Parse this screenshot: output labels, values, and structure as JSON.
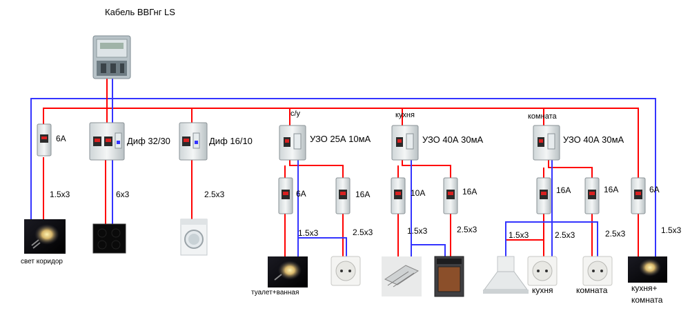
{
  "header": {
    "cable_label": "Кабель ВВГнг LS"
  },
  "groups": {
    "wc_bath": "с/у",
    "kitchen": "кухня",
    "room": "комната"
  },
  "devices": {
    "breaker_corridor": "6A",
    "diff_1": "Диф 32/30",
    "diff_2": "Диф 16/10",
    "rcd_wc": "УЗО 25А 10мА",
    "rcd_kitchen": "УЗО 40А 30мА",
    "rcd_room": "УЗО 40А 30мА",
    "breaker_wc_light": "6A",
    "breaker_wc_socket": "16A",
    "breaker_kitchen_1": "10A",
    "breaker_kitchen_2": "16A",
    "breaker_room_1": "16A",
    "breaker_room_2": "16A",
    "breaker_room_light": "6A"
  },
  "cables": {
    "c_corridor": "1.5x3",
    "c_diff1": "6x3",
    "c_diff2": "2.5x3",
    "c_wc_light": "1.5x3",
    "c_wc_socket": "2.5x3",
    "c_kitchen_1": "1.5x3",
    "c_kitchen_2": "2.5x3",
    "c_room_hood": "1.5x3",
    "c_room_socket1": "2.5x3",
    "c_room_socket2": "2.5x3",
    "c_room_light": "1.5x3"
  },
  "loads": {
    "corridor_light": "свет коридор",
    "wc_light": "туалет+ванная",
    "kitchen_socket": "кухня",
    "room_socket": "комната",
    "kitchen_room_light_1": "кухня+",
    "kitchen_room_light_2": "комната"
  },
  "colors": {
    "phase": "#ff0000",
    "neutral": "#3333ff"
  }
}
